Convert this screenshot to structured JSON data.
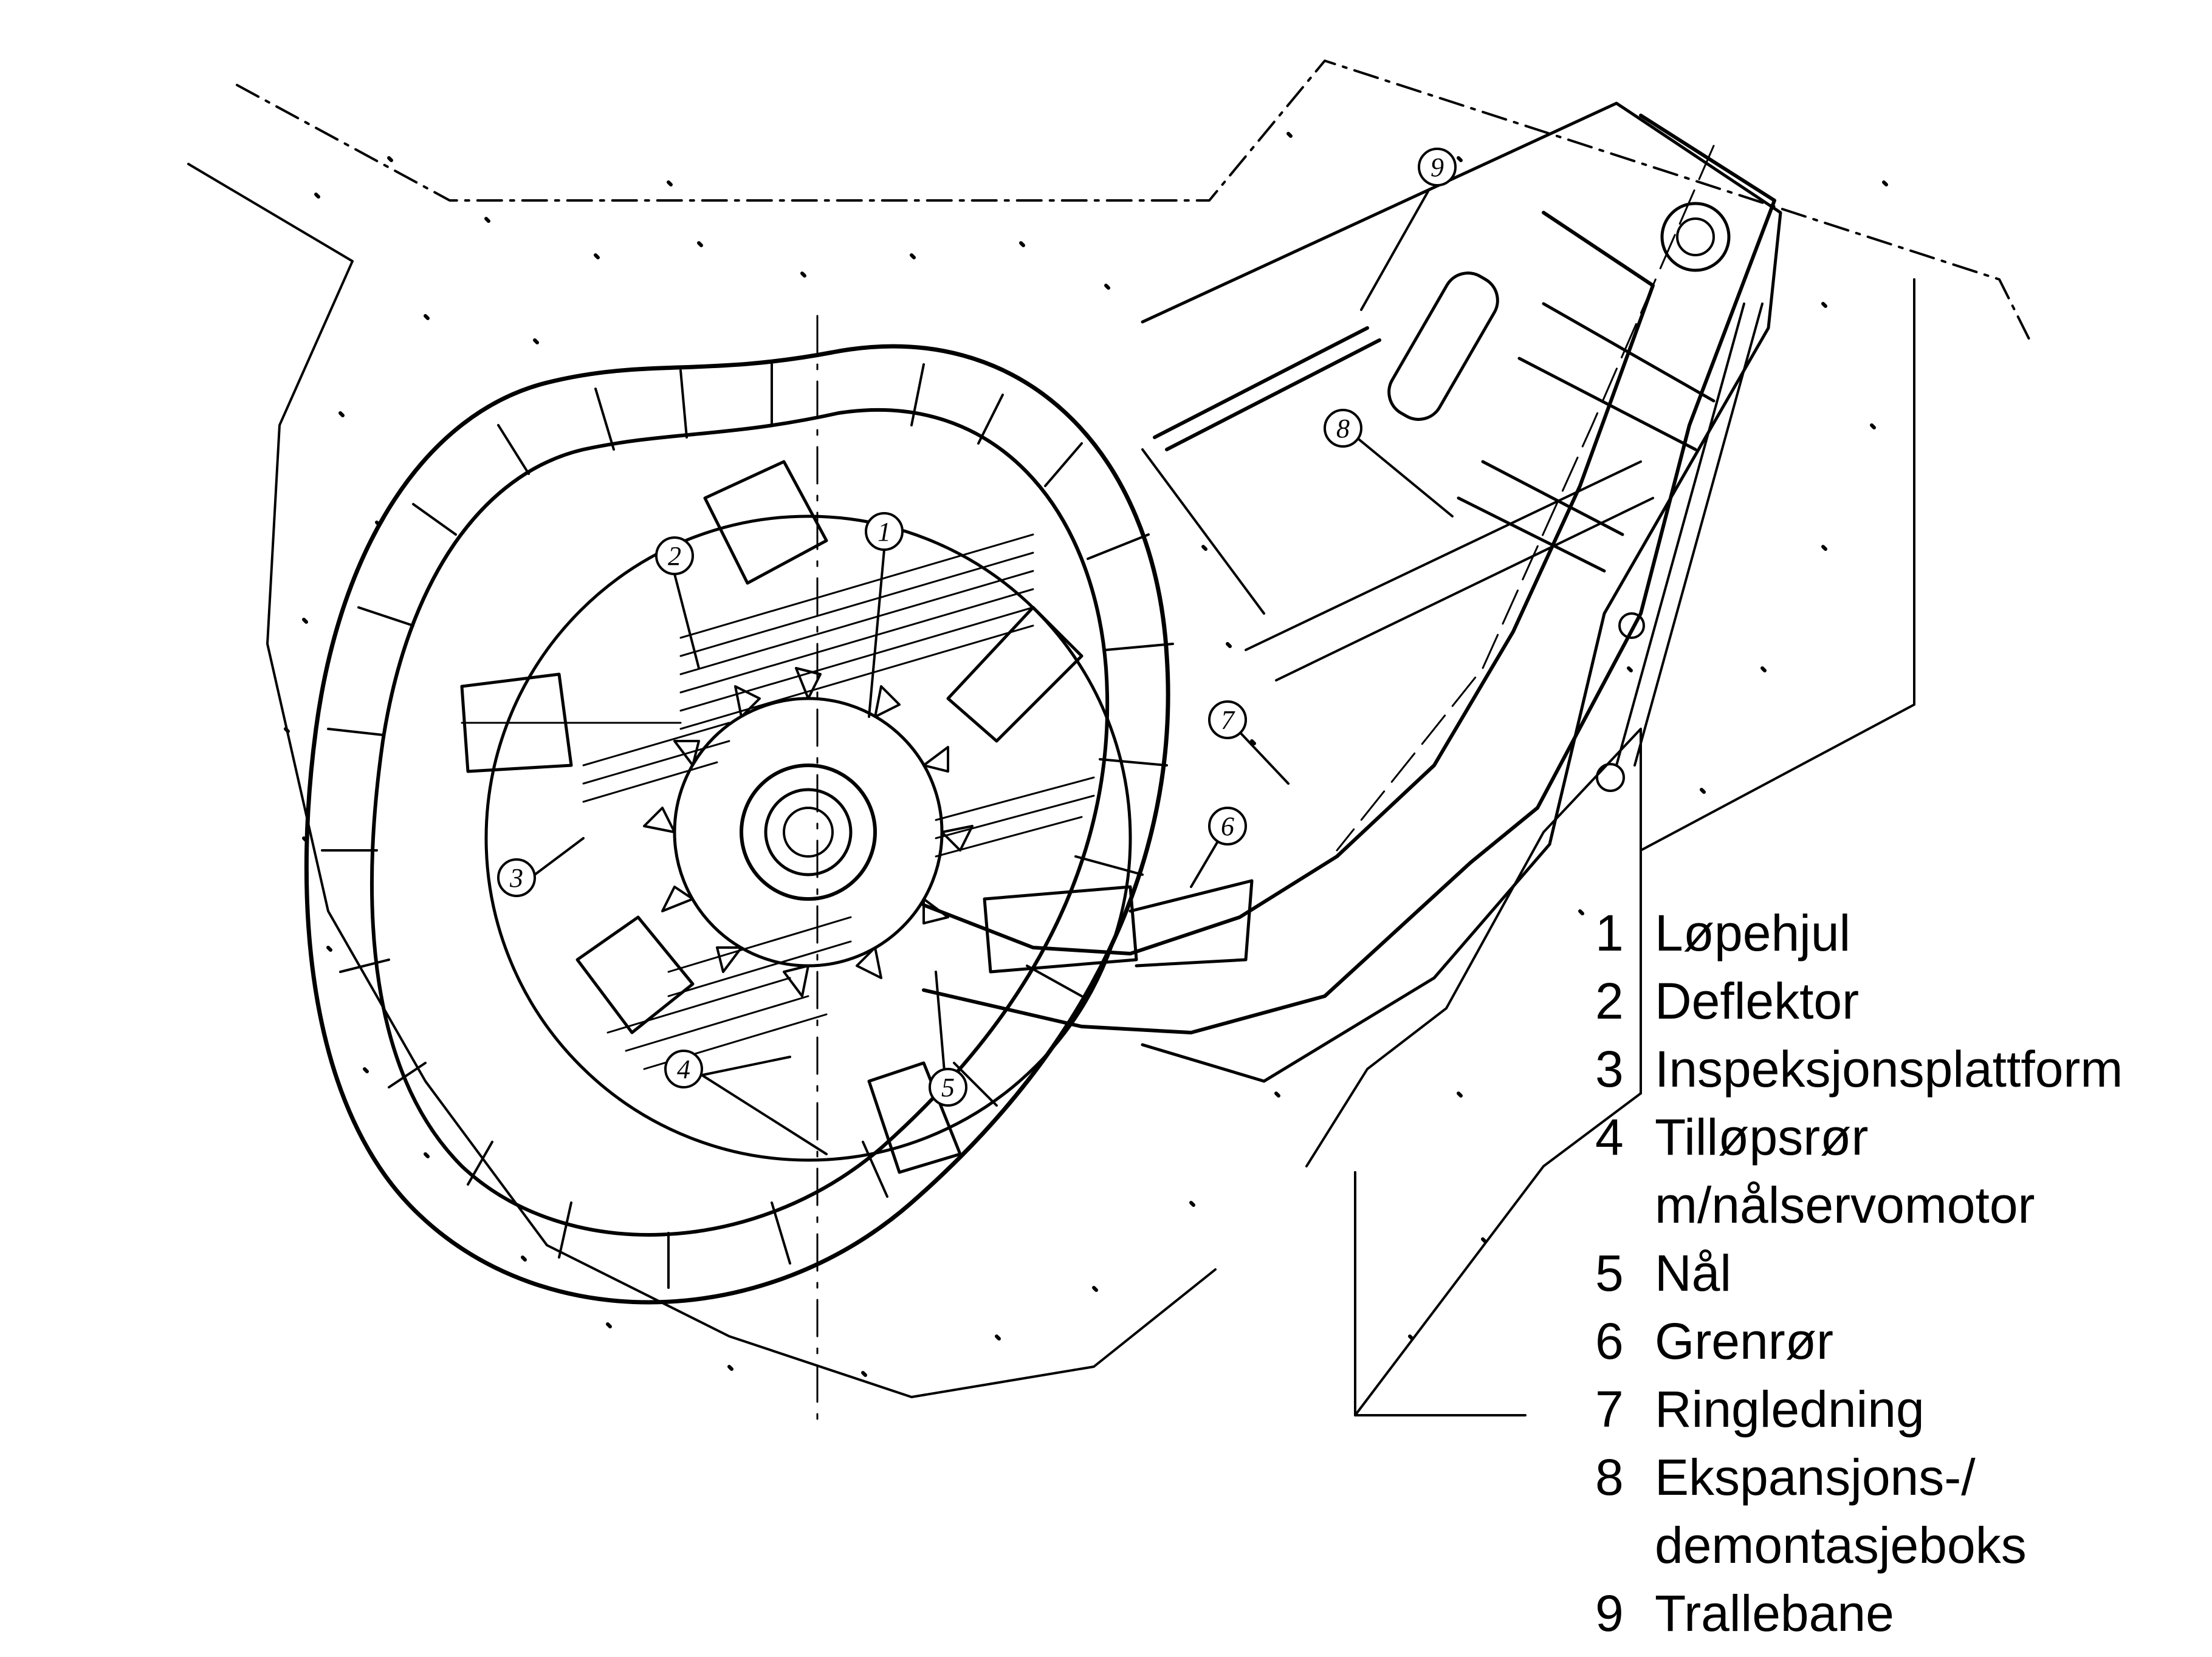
{
  "figure": {
    "stroke_color": "#000000",
    "background": "#ffffff"
  },
  "callouts": [
    {
      "id": "1",
      "text": "1"
    },
    {
      "id": "2",
      "text": "2"
    },
    {
      "id": "3",
      "text": "3"
    },
    {
      "id": "4",
      "text": "4"
    },
    {
      "id": "5",
      "text": "5"
    },
    {
      "id": "6",
      "text": "6"
    },
    {
      "id": "7",
      "text": "7"
    },
    {
      "id": "8",
      "text": "8"
    },
    {
      "id": "9",
      "text": "9"
    }
  ],
  "legend": {
    "items": [
      {
        "num": "1",
        "label": "Løpehjul"
      },
      {
        "num": "2",
        "label": "Deflektor"
      },
      {
        "num": "3",
        "label": "Inspeksjonsplattform"
      },
      {
        "num": "4",
        "label": "Tilløpsrør",
        "continuation": "m/nålservomotor"
      },
      {
        "num": "5",
        "label": "Nål"
      },
      {
        "num": "6",
        "label": "Grenrør"
      },
      {
        "num": "7",
        "label": "Ringledning"
      },
      {
        "num": "8",
        "label": "Ekspansjons-/",
        "continuation": "demontasjeboks"
      },
      {
        "num": "9",
        "label": "Trallebane"
      }
    ]
  }
}
